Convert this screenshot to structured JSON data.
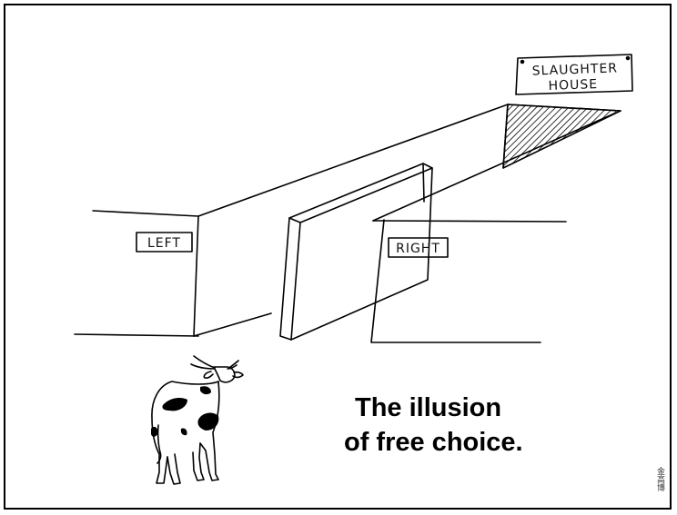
{
  "cartoon": {
    "signs": {
      "left": "LEFT",
      "right": "RIGHT",
      "slaughterhouse_line1": "SLAUGHTER",
      "slaughterhouse_line2": "HOUSE"
    },
    "caption": {
      "line1": "The illusion",
      "line2": "of free choice."
    },
    "signature": "金高博"
  }
}
